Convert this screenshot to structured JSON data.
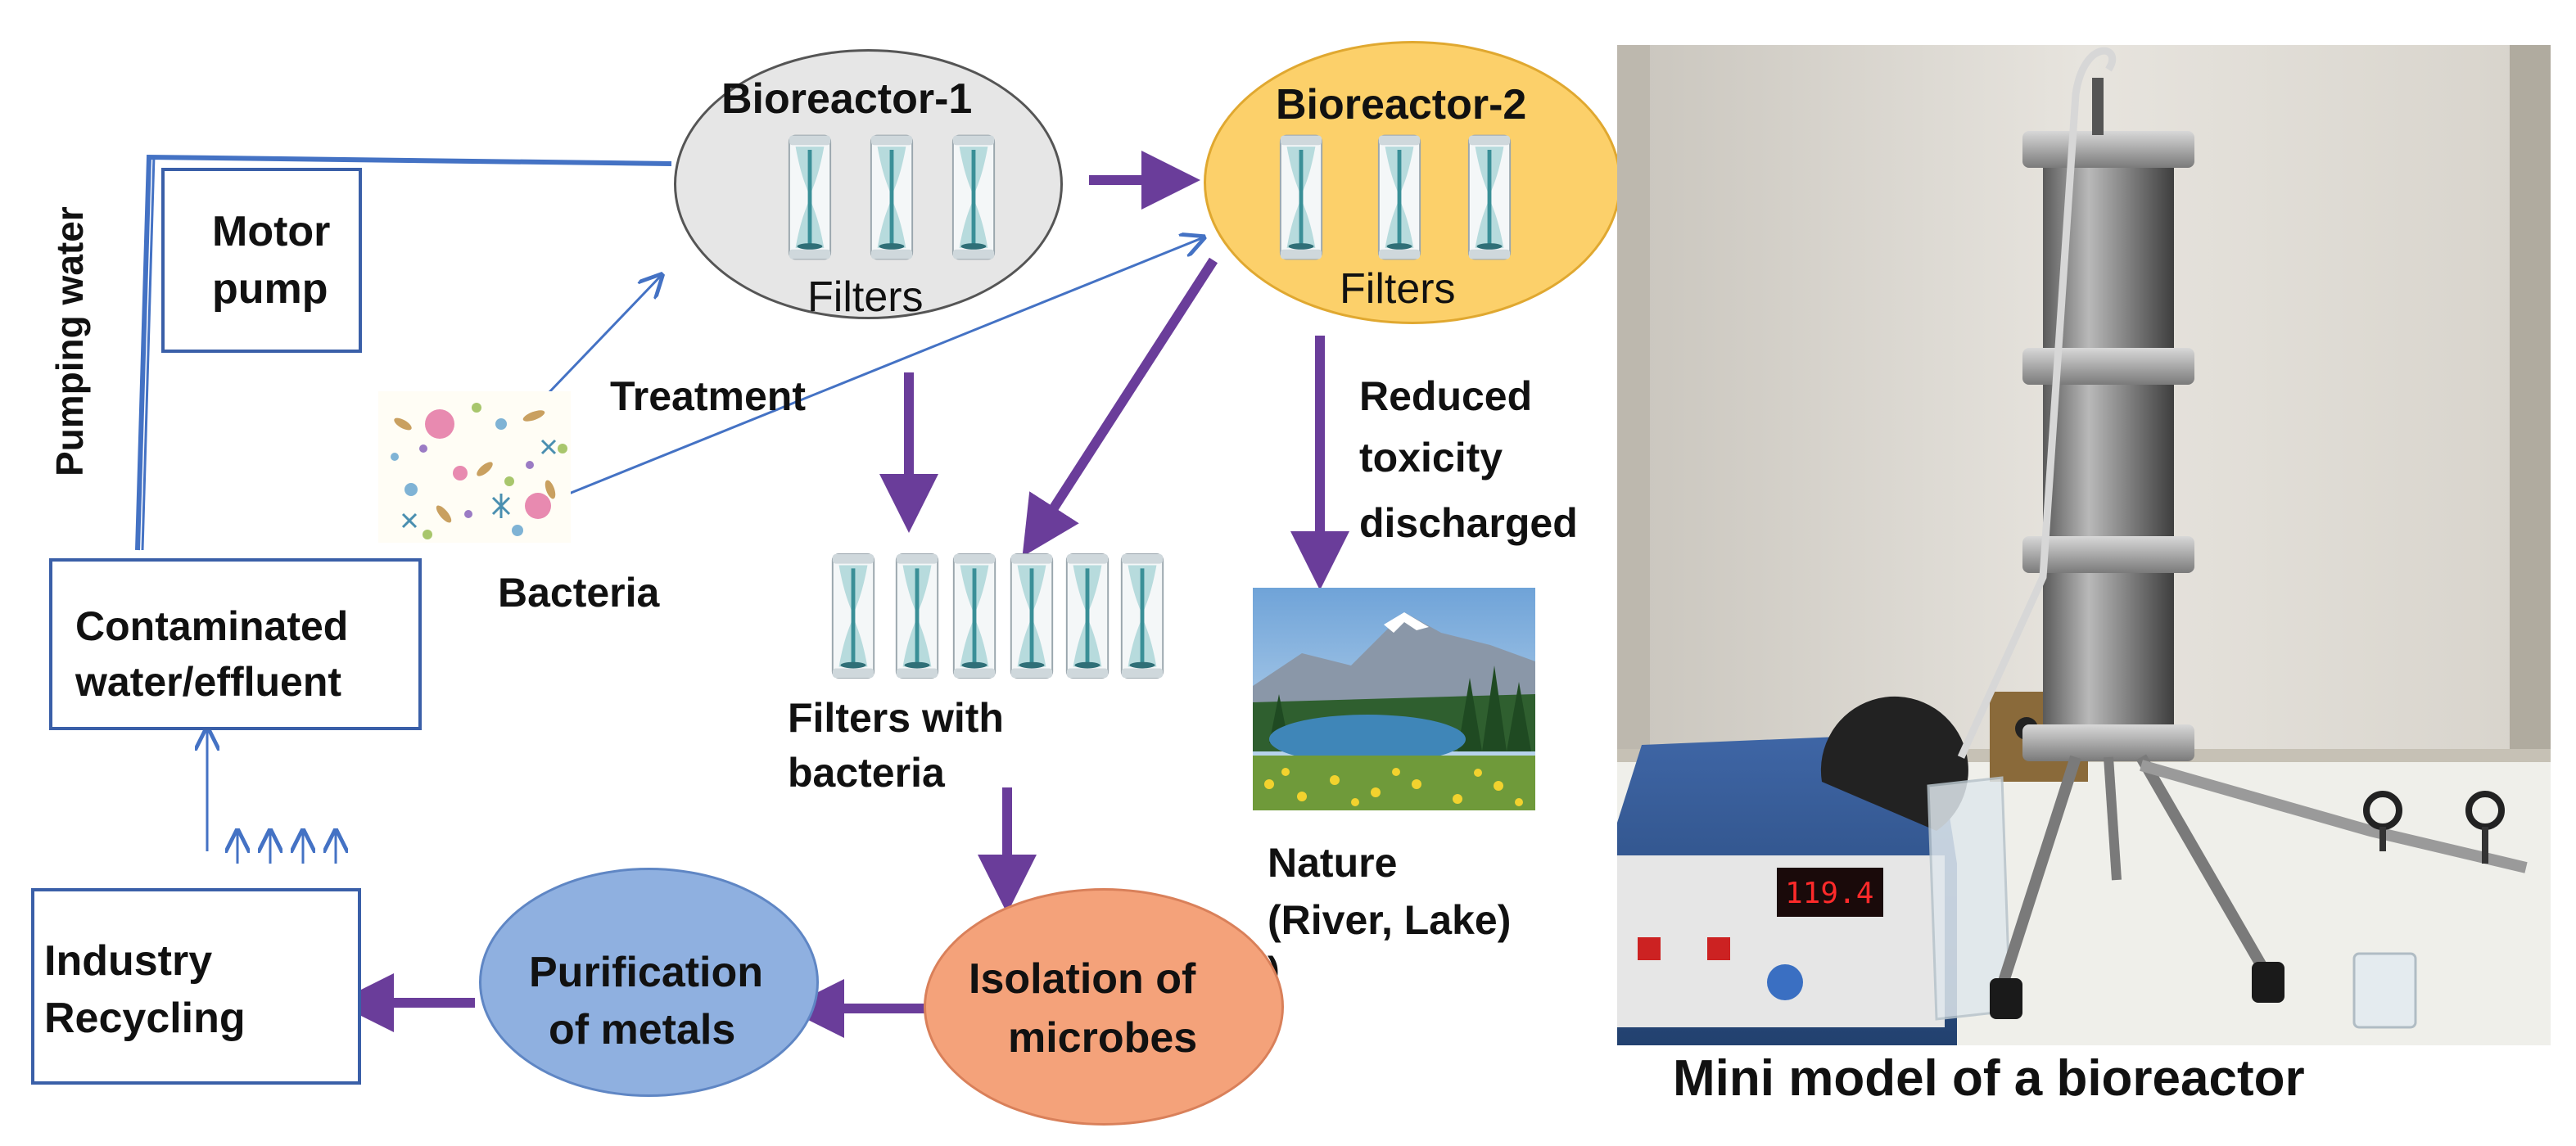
{
  "diagram": {
    "pumping_water": "Pumping water",
    "motor_pump": [
      "Motor",
      "pump"
    ],
    "contaminated": [
      "Contaminated",
      "water/effluent"
    ],
    "industry": [
      "Industry",
      "Recycling"
    ],
    "bacteria": "Bacteria",
    "treatment": "Treatment",
    "bioreactor1": {
      "title": "Bioreactor-1",
      "caption": "Filters"
    },
    "bioreactor2": {
      "title": "Bioreactor-2",
      "caption": "Filters"
    },
    "filters_with_bacteria": [
      "Filters with",
      "bacteria"
    ],
    "reduced_toxicity": [
      "Reduced",
      "toxicity",
      "discharged"
    ],
    "nature": [
      "Nature",
      "(River, Lake)",
      ")"
    ],
    "purification": [
      "Purification",
      "of metals"
    ],
    "isolation": [
      "Isolation of",
      "microbes"
    ]
  },
  "photo": {
    "caption": "Mini model of a bioreactor",
    "pump_display": "119.4"
  },
  "colors": {
    "arrow_purple": "#6a3d9a",
    "line_blue": "#4472c4",
    "bioreactor1_fill": "#e6e6e6",
    "bioreactor2_fill": "#fcd06a",
    "purification_fill": "#8fb0e0",
    "isolation_fill": "#f4a27a"
  }
}
